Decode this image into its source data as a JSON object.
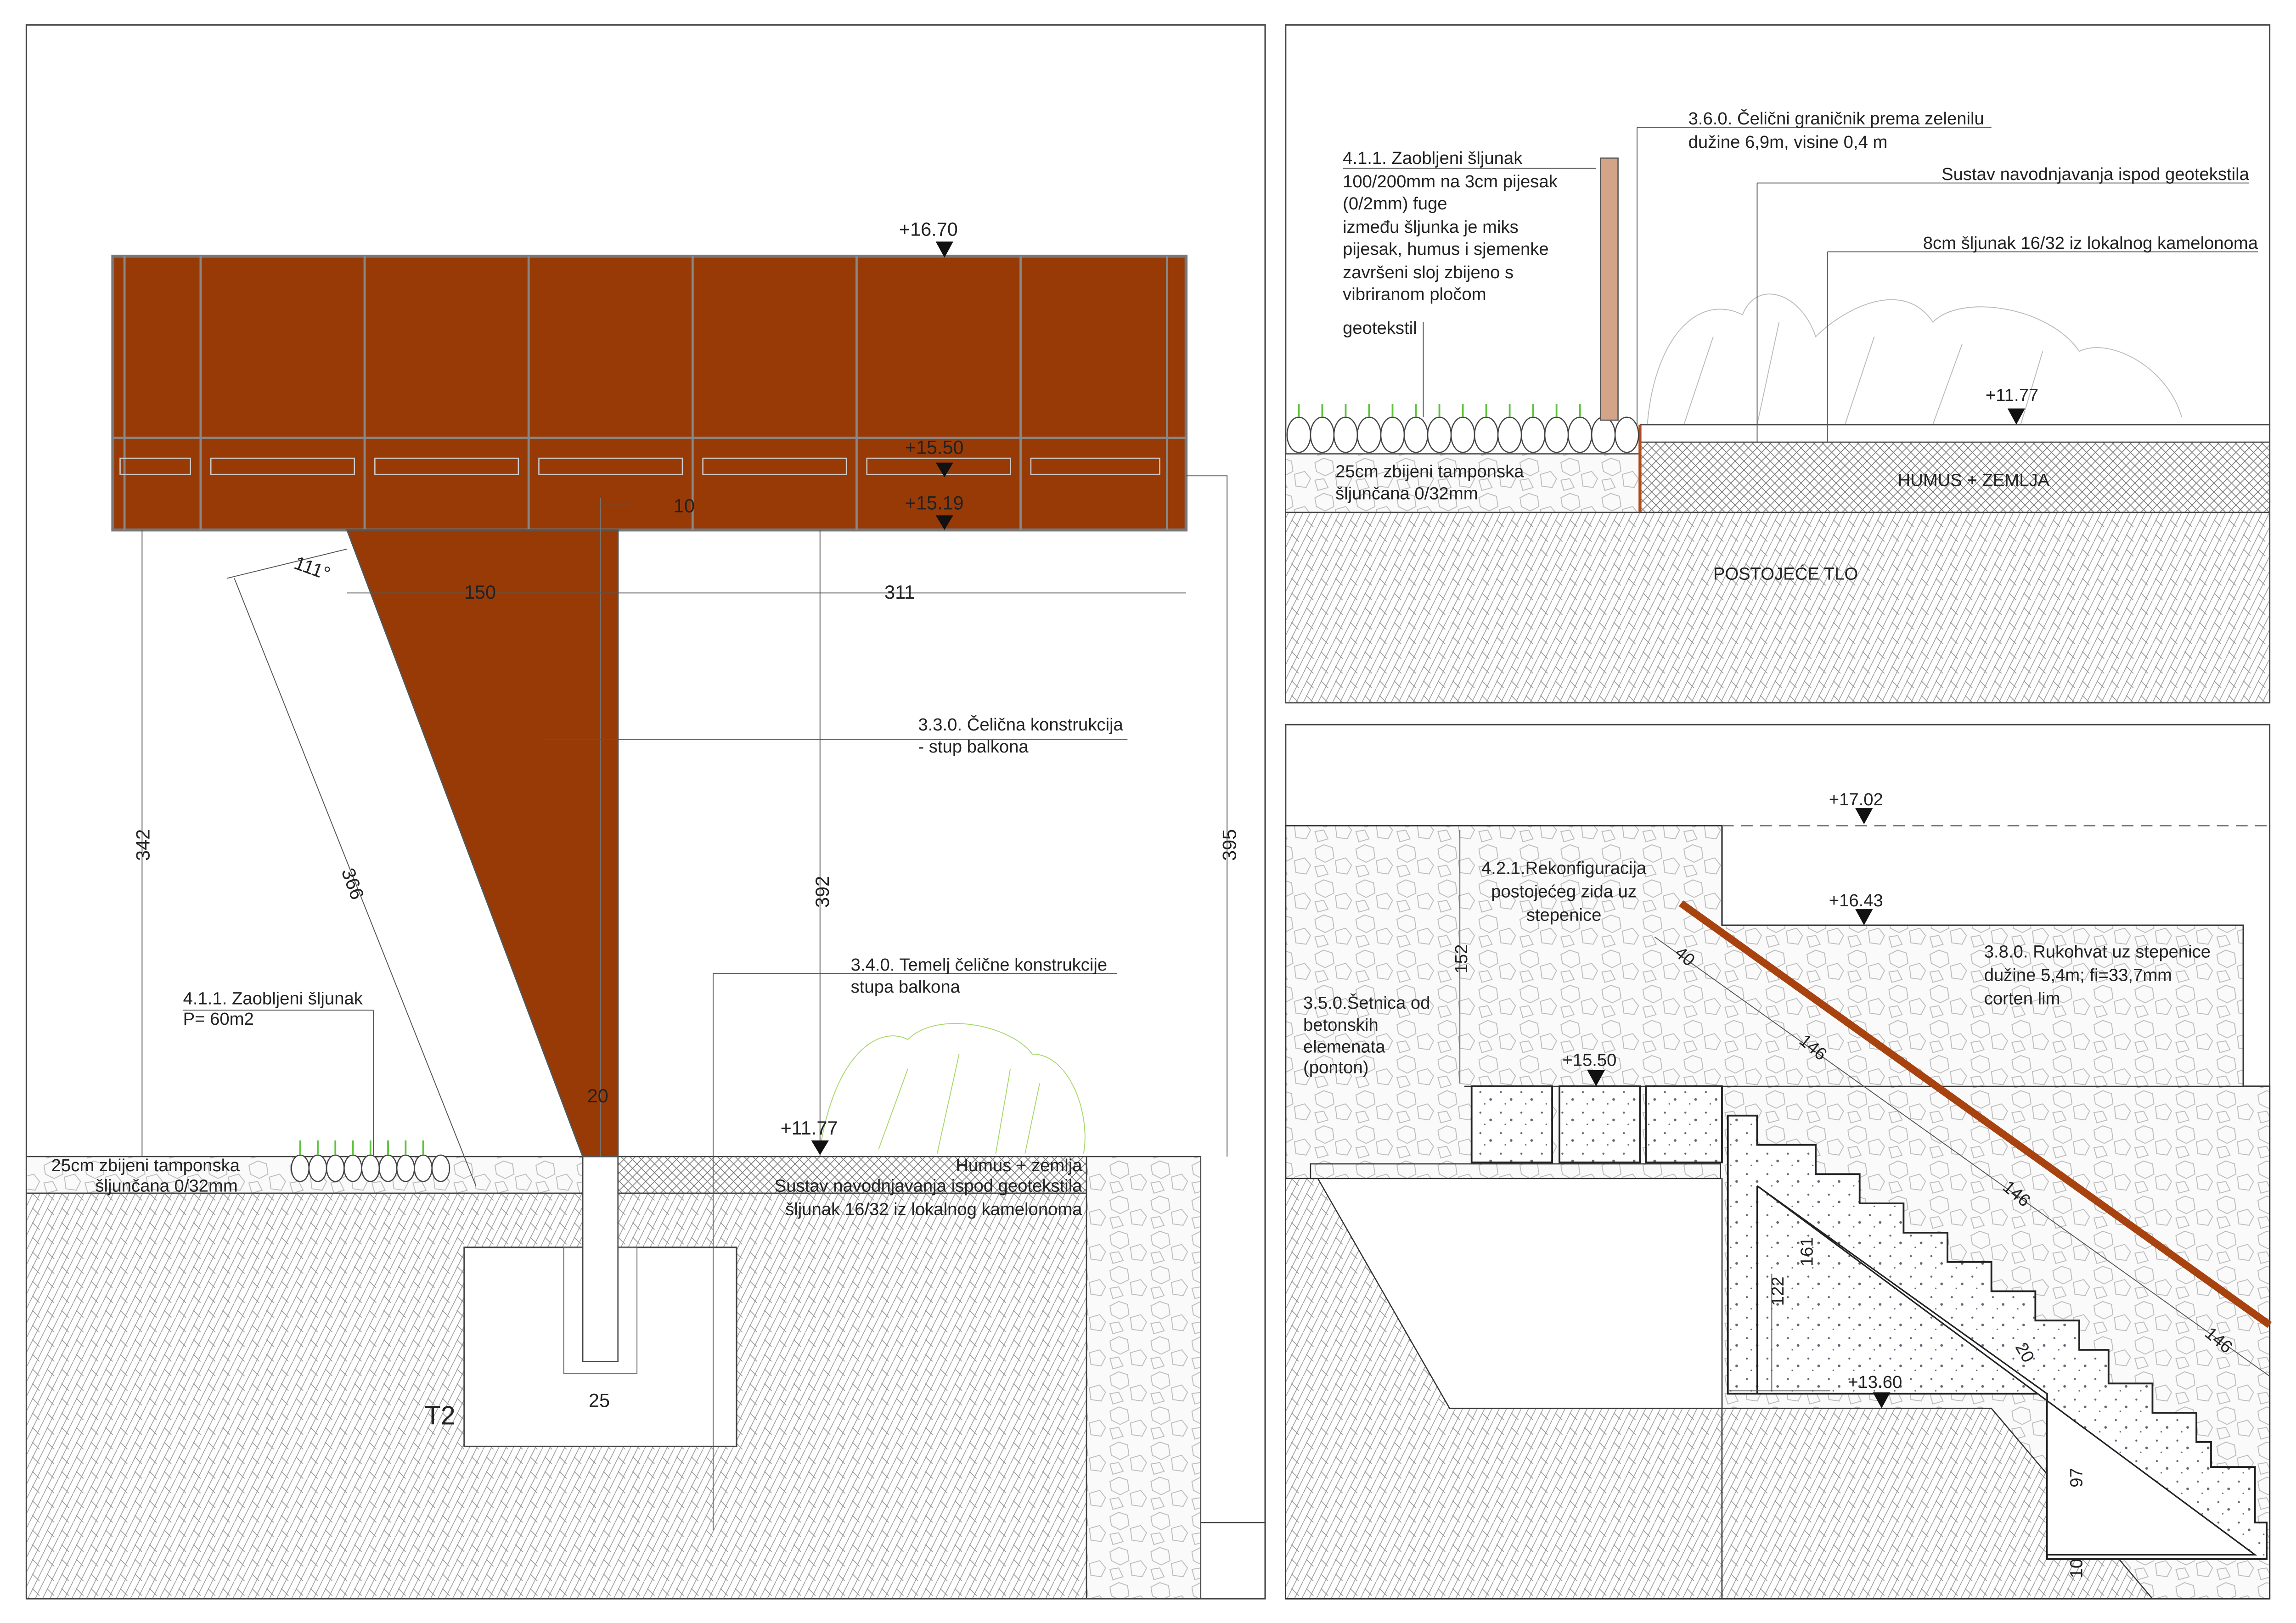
{
  "colors": {
    "corten": "#983a06",
    "handrail": "#a8420f",
    "post": "#d4a488",
    "grass": "#5cc43a",
    "plant": "#a6d96a"
  },
  "left": {
    "levels": [
      "+16.70",
      "+15.50",
      "+15.19",
      "+11.77"
    ],
    "dims": {
      "d10": "10",
      "d150": "150",
      "d311": "311",
      "angle": "111°",
      "d342": "342",
      "d366": "366",
      "d392": "392",
      "d395": "395",
      "d20": "20",
      "d25": "25"
    },
    "label_steel": [
      "3.3.0. Čelična konstrukcija",
      "- stup balkona"
    ],
    "label_foundation": [
      "3.4.0. Temelj čelične konstrukcije",
      "stupa balkona"
    ],
    "label_gravel": [
      "4.1.1. Zaobljeni šljunak",
      "P= 60m2"
    ],
    "label_base": [
      "25cm zbijeni tamponska",
      "šljunčana 0/32mm"
    ],
    "label_right": [
      "Humus + zemlja",
      "Sustav navodnjavanja ispod geotekstila",
      "šljunak 16/32 iz lokalnog kamelonoma"
    ],
    "tag": "T2"
  },
  "top_right": {
    "label_gravel": [
      "4.1.1. Zaobljeni šljunak",
      "100/200mm na 3cm pijesak",
      "(0/2mm) fuge",
      "između šljunka je miks",
      "pijesak, humus i sjemenke",
      "završeni sloj zbijeno s",
      "vibriranom pločom"
    ],
    "geotextile": "geotekstil",
    "label_edge": [
      "3.6.0. Čelični graničnik prema zelenilu",
      "dužine 6,9m, visine 0,4 m"
    ],
    "irrigation": "Sustav navodnjavanja ispod geotekstila",
    "gravel_layer": "8cm šljunak 16/32 iz lokalnog kamelonoma",
    "level": "+11.77",
    "base": [
      "25cm zbijeni tamponska",
      "šljunčana 0/32mm"
    ],
    "humus": "HUMUS + ZEMLJA",
    "soil": "POSTOJEĆE TLO"
  },
  "bottom_right": {
    "levels": [
      "+17.02",
      "+16.43",
      "+15.50",
      "+13.60"
    ],
    "label_wall": [
      "4.2.1.Rekonfiguracija",
      "postojećeg zida uz",
      "stepenice"
    ],
    "label_path": [
      "3.5.0.Šetnica od",
      "betonskih",
      "elemenata",
      "(ponton)"
    ],
    "label_rail": [
      "3.8.0. Rukohvat uz stepenice",
      "dužine 5,4m; fi=33,7mm",
      "corten lim"
    ],
    "dims": {
      "d152": "152",
      "d40": "40",
      "d146a": "146",
      "d146b": "146",
      "d146c": "146",
      "d122": "122",
      "d161": "161",
      "d20": "20",
      "d97": "97",
      "d10": "10"
    }
  }
}
